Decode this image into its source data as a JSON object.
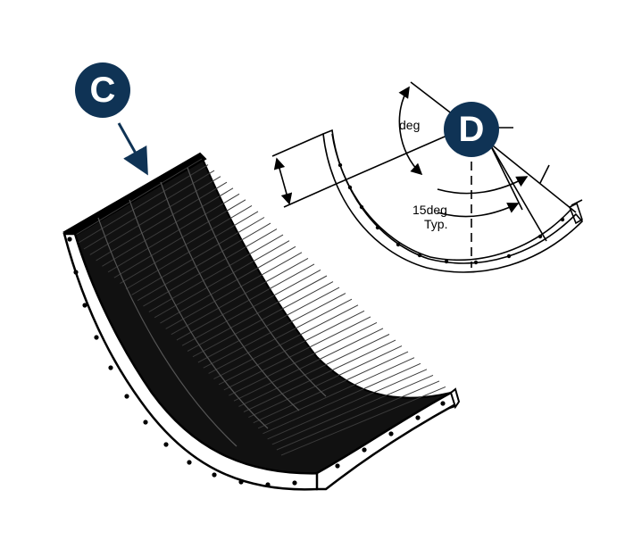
{
  "colors": {
    "badge_fill": "#0f3355",
    "badge_text": "#ffffff",
    "line": "#000000",
    "screen_fill": "#111111",
    "background": "#ffffff"
  },
  "callouts": {
    "c": {
      "label": "C"
    },
    "d": {
      "label": "D"
    }
  },
  "labels": {
    "angle": "deg",
    "spacing": "15deg",
    "spacing_note": "Typ."
  }
}
